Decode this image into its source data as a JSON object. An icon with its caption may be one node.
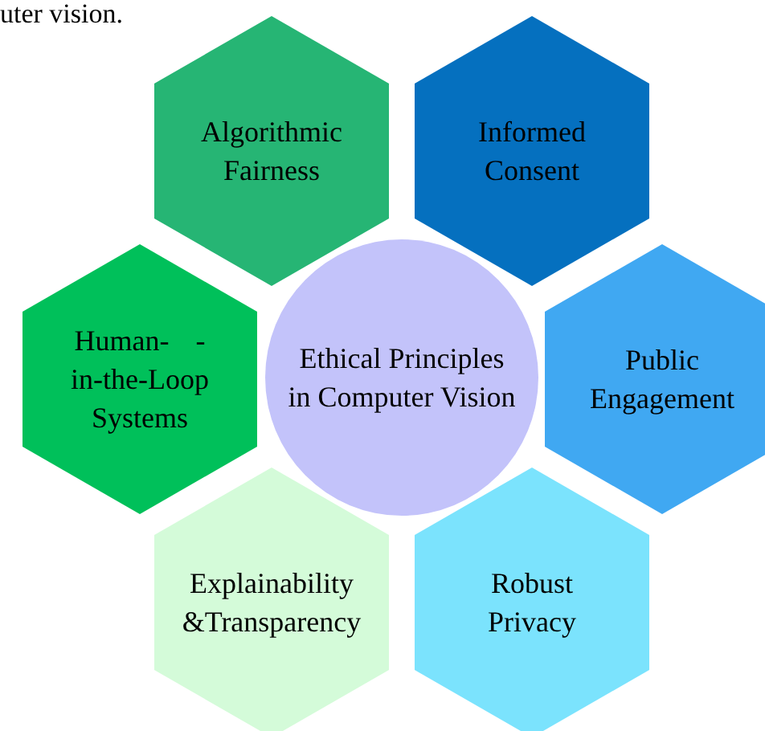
{
  "diagram": {
    "nodes": [
      {
        "text": [
          "Algorithmic Fairness"
        ]
      },
      {
        "text": [
          "Informed Consent"
        ]
      },
      {
        "text": [
          "Human- -in-the-Loop Systems"
        ]
      },
      {
        "text": [
          "Ethical Principles in Computer Vision"
        ]
      },
      {
        "text": [
          "Public Engagement"
        ]
      },
      {
        "text": [
          "Explainability &Transparency"
        ]
      },
      {
        "text": [
          "Robust Privacy"
        ]
      }
    ],
    "labels": [
      "uter vision."
    ]
  }
}
